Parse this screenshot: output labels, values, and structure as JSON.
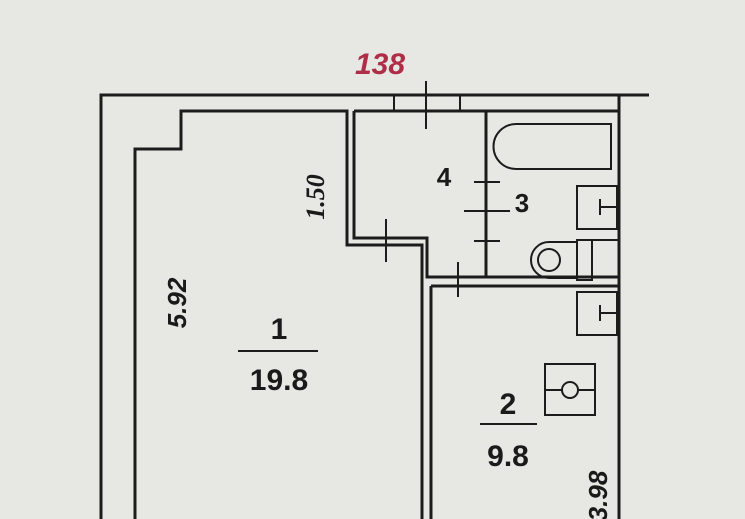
{
  "plan_number": "138",
  "rooms": [
    {
      "number": "1",
      "area": "19.8"
    },
    {
      "number": "2",
      "area": "9.8"
    },
    {
      "number": "3"
    },
    {
      "number": "4"
    }
  ],
  "dimensions": {
    "room1_length": "5.92",
    "corridor_width": "1.50",
    "kitchen_length": "3.98"
  },
  "colors": {
    "plan_number": "#b02d47",
    "lines": "#1c1c1c",
    "paper": "#e7e7e4"
  }
}
